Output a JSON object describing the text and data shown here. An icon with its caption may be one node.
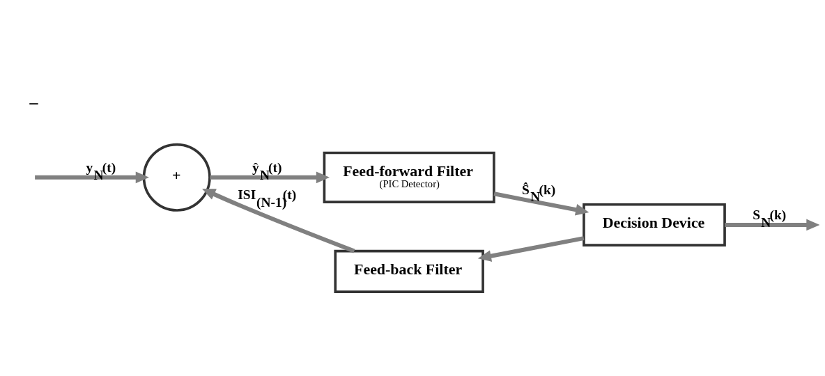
{
  "diagram": {
    "nodes": [
      {
        "text": [
          "+"
        ]
      },
      {
        "text": [
          "Feed-forward Filter",
          "(PIC Detector)"
        ]
      },
      {
        "text": [
          "Decision Device"
        ]
      },
      {
        "text": [
          "Feed-back Filter"
        ]
      }
    ],
    "edges": [
      {
        "from": null,
        "to": 0,
        "arrow": "to",
        "label": "y$_{N}$(t)"
      },
      {
        "from": 0,
        "to": 1,
        "arrow": "to",
        "label": "ŷ$_{N}$(t)"
      },
      {
        "from": 1,
        "to": 2,
        "arrow": "to",
        "label": "Ŝ$_{N}$(k)"
      },
      {
        "from": 2,
        "to": null,
        "arrow": "to",
        "label": "S$_{N}$(k)"
      },
      {
        "from": 2,
        "to": 3,
        "arrow": "to"
      },
      {
        "from": 3,
        "to": 0,
        "arrow": "to",
        "label": "ISI$_{(N-1)}$(t)"
      }
    ],
    "labels": [
      "−"
    ]
  }
}
